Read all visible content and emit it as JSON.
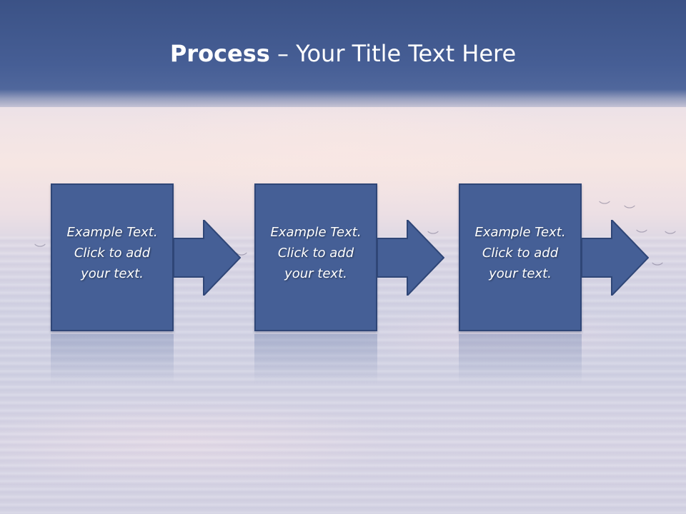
{
  "slide": {
    "title_bold": "Process",
    "title_rest": " – Your Title Text Here"
  },
  "steps": [
    {
      "line1": "Example Text.",
      "line2": "Click  to add",
      "line3": "your text."
    },
    {
      "line1": "Example Text.",
      "line2": "Click  to add",
      "line3": "your text."
    },
    {
      "line1": "Example Text.",
      "line2": "Click  to add",
      "line3": "your text."
    }
  ],
  "colors": {
    "header": "#465e95",
    "box_fill": "#455f96",
    "box_border": "#2f4677",
    "text": "#ffffff"
  }
}
